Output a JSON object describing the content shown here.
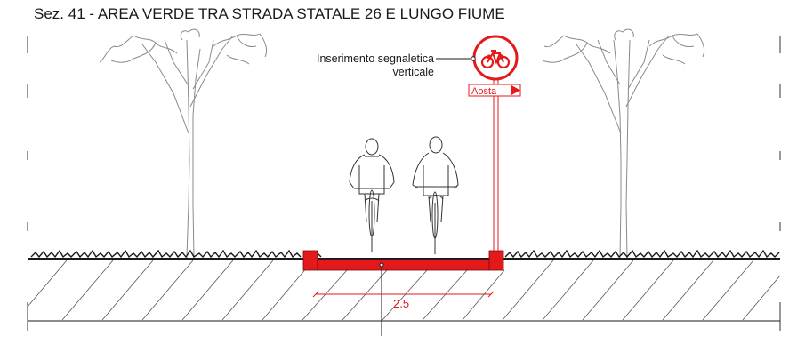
{
  "section": {
    "title": "Sez. 41 - AREA VERDE TRA STRADA STATALE 26 E LUNGO FIUME"
  },
  "annotations": {
    "sign_label_line1": "Inserimento segnaletica",
    "sign_label_line2": "verticale",
    "sign_plate_text": "Aosta",
    "dimension_value": "2.5"
  },
  "colors": {
    "bike_lane_red": "#e3191c",
    "line_dark": "#1a1a1a",
    "tree_gray": "#8a8a8a"
  },
  "icons": {
    "sign_symbol": "bicycle-icon"
  }
}
